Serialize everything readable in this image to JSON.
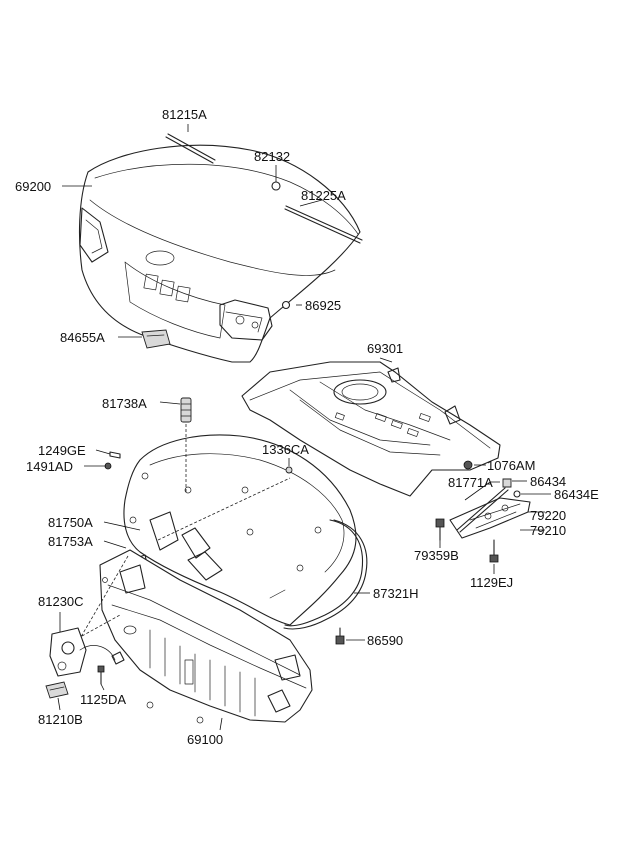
{
  "callouts": [
    {
      "id": "c-81215A",
      "label": "81215A"
    },
    {
      "id": "c-82132",
      "label": "82132"
    },
    {
      "id": "c-69200",
      "label": "69200"
    },
    {
      "id": "c-81225A",
      "label": "81225A"
    },
    {
      "id": "c-86925",
      "label": "86925"
    },
    {
      "id": "c-84655A",
      "label": "84655A"
    },
    {
      "id": "c-69301",
      "label": "69301"
    },
    {
      "id": "c-81738A",
      "label": "81738A"
    },
    {
      "id": "c-1249GE",
      "label": "1249GE"
    },
    {
      "id": "c-1491AD",
      "label": "1491AD"
    },
    {
      "id": "c-1336CA",
      "label": "1336CA"
    },
    {
      "id": "c-1076AM",
      "label": "1076AM"
    },
    {
      "id": "c-81771A",
      "label": "81771A"
    },
    {
      "id": "c-86434",
      "label": "86434"
    },
    {
      "id": "c-86434E",
      "label": "86434E"
    },
    {
      "id": "c-81750A",
      "label": "81750A"
    },
    {
      "id": "c-81753A",
      "label": "81753A"
    },
    {
      "id": "c-79220",
      "label": "79220"
    },
    {
      "id": "c-79210",
      "label": "79210"
    },
    {
      "id": "c-79359B",
      "label": "79359B"
    },
    {
      "id": "c-1129EJ",
      "label": "1129EJ"
    },
    {
      "id": "c-81230C",
      "label": "81230C"
    },
    {
      "id": "c-87321H",
      "label": "87321H"
    },
    {
      "id": "c-86590",
      "label": "86590"
    },
    {
      "id": "c-1125DA",
      "label": "1125DA"
    },
    {
      "id": "c-81210B",
      "label": "81210B"
    },
    {
      "id": "c-69100",
      "label": "69100"
    }
  ]
}
